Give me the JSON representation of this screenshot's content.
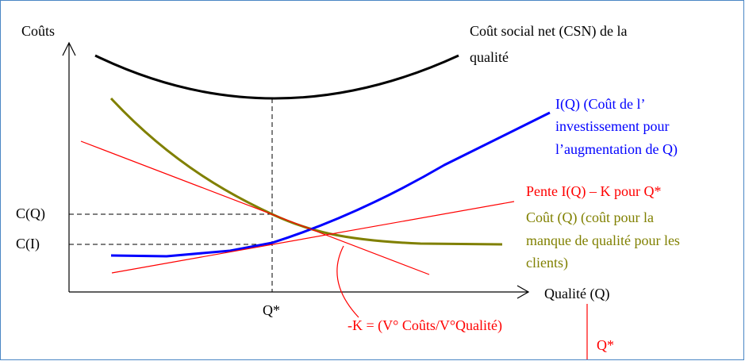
{
  "axes": {
    "y_label": "Coûts",
    "x_label": "Qualité (Q)",
    "tick_cq": "C(Q)",
    "tick_ci": "C(I)",
    "tick_qstar": "Q*"
  },
  "curves": {
    "csn": {
      "line1": "Coût social net (CSN) de la",
      "line2": "qualité",
      "color": "#000000"
    },
    "investment": {
      "line1": "I(Q) (Coût de l’",
      "line2": "investissement pour",
      "line3": "l’augmentation de Q)",
      "color": "#0000ff"
    },
    "slope": {
      "line1": "Pente I(Q) – K pour Q*",
      "color": "#ff0000"
    },
    "quality_cost": {
      "line1": "Coût (Q) (coût pour la",
      "line2": "manque de qualité pour les",
      "line3": "clients)",
      "color": "#808000"
    }
  },
  "annotations": {
    "k_formula": "-K = (V° Coûts/V°Qualité)",
    "qstar_side": "Q*"
  },
  "frame_color": "#4a86c5"
}
